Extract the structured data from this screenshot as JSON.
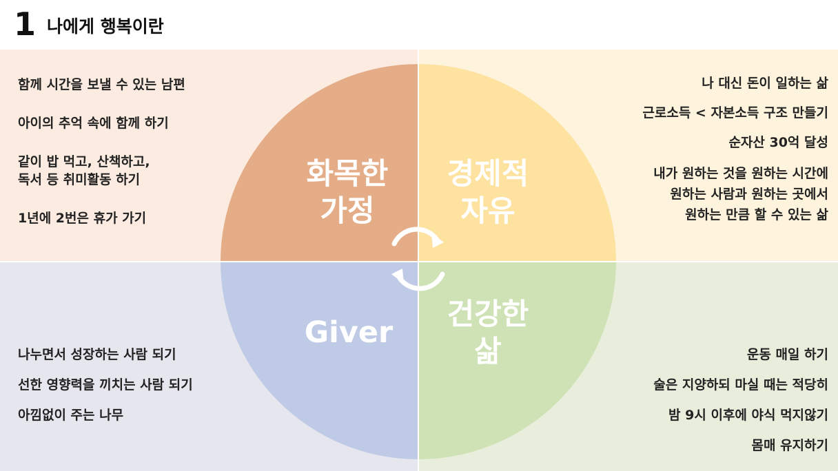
{
  "title": {
    "number": "1",
    "text": "나에게 행복이란"
  },
  "colors": {
    "family": "#e4ad88",
    "freedom": "#fde2a0",
    "giver": "#bfcbe6",
    "health": "#cfe2b5",
    "divider": "#ffffff"
  },
  "quadrants": {
    "top_left": {
      "label": "화목한\n가정",
      "items": [
        "함께 시간을 보낼 수 있는 남편",
        "아이의 추억 속에 함께 하기",
        "같이 밥 먹고, 산책하고,\n독서 등 취미활동 하기",
        "1년에 2번은 휴가 가기"
      ]
    },
    "top_right": {
      "label": "경제적\n자유",
      "items": [
        "나 대신 돈이 일하는 삶",
        "근로소득 < 자본소득 구조 만들기",
        "순자산 30억 달성",
        "내가 원하는 것을 원하는 시간에\n원하는 사람과 원하는 곳에서\n원하는 만큼 할 수 있는 삶"
      ]
    },
    "bottom_left": {
      "label": "Giver",
      "items": [
        "나누면서 성장하는 사람 되기",
        "선한 영향력을 끼치는 사람 되기",
        "아낌없이 주는 나무"
      ]
    },
    "bottom_right": {
      "label": "건강한\n삶",
      "items": [
        "운동 매일 하기",
        "술은 지양하되 마실 때는 적당히",
        "밤 9시 이후에 야식 먹지않기",
        "몸매 유지하기"
      ]
    }
  }
}
